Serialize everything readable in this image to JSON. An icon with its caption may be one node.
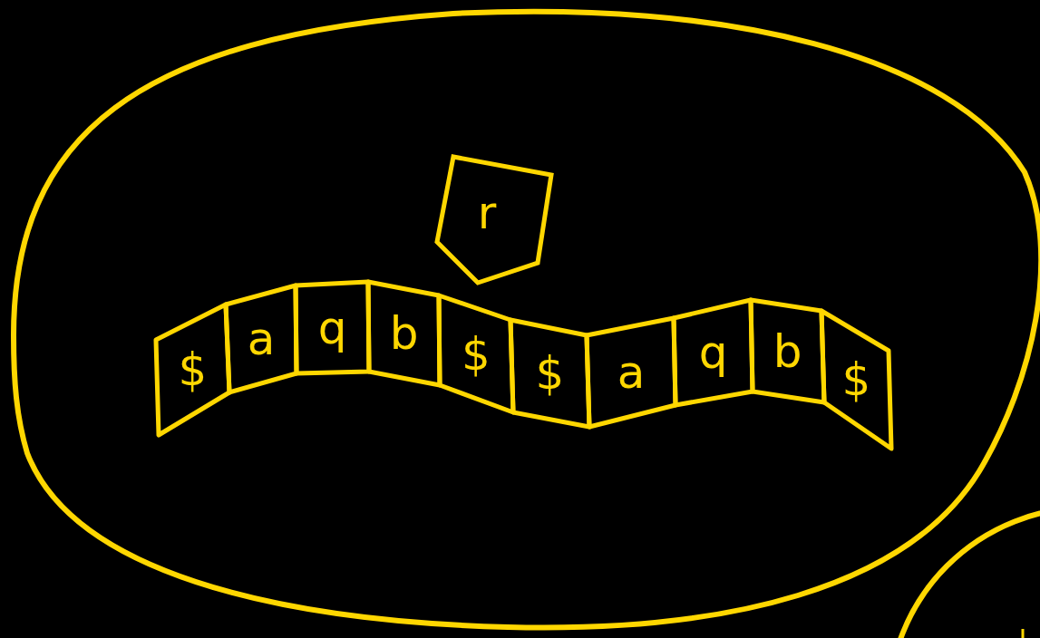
{
  "diagram": {
    "nodes": [
      {
        "text": [],
        "shape": "cloud"
      },
      {
        "text": [
          "r"
        ],
        "in": 0
      },
      {
        "text": [
          "$"
        ],
        "in": 0
      },
      {
        "text": [
          "a"
        ],
        "in": 0
      },
      {
        "text": [
          "q"
        ],
        "in": 0
      },
      {
        "text": [
          "b"
        ],
        "in": 0
      },
      {
        "text": [
          "$"
        ],
        "in": 0
      },
      {
        "text": [
          "$"
        ],
        "in": 0
      },
      {
        "text": [
          "a"
        ],
        "in": 0
      },
      {
        "text": [
          "q"
        ],
        "in": 0
      },
      {
        "text": [
          "b"
        ],
        "in": 0
      },
      {
        "text": [
          "$"
        ],
        "in": 0
      },
      {
        "text": [],
        "shape": "circle"
      }
    ],
    "edges": []
  }
}
